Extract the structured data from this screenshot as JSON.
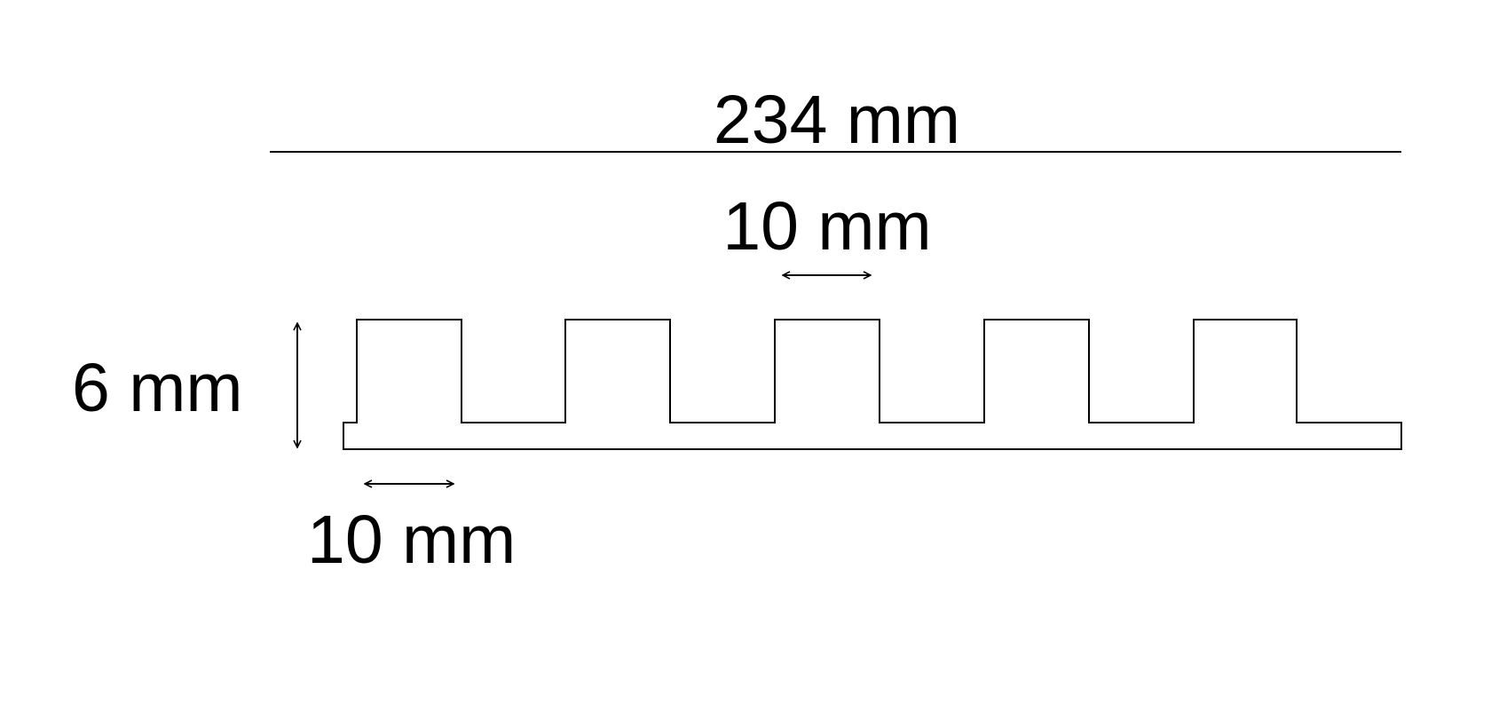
{
  "diagram": {
    "overall_width_label": "234 mm",
    "tooth_width_label": "10 mm",
    "height_label": "6 mm",
    "gap_width_label": "10 mm",
    "line_color": "#000000",
    "background_color": "#ffffff"
  }
}
